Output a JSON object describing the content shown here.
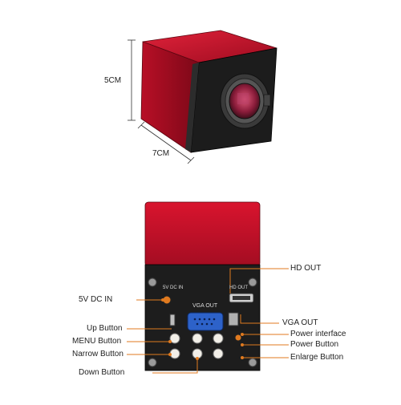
{
  "dimensions": {
    "height": "5CM",
    "width": "7CM"
  },
  "panel_markings": {
    "dc_in": "5V DC IN",
    "hd_out": "HD OUT",
    "vga_out": "VGA OUT"
  },
  "callouts": {
    "hd_out": "HD OUT",
    "dc_in": "5V DC IN",
    "vga_out": "VGA OUT",
    "up_button": "Up Button",
    "power_interface": "Power interface",
    "menu_button": "MENU Button",
    "power_button": "Power Button",
    "narrow_button": "Narrow Button",
    "enlarge_button": "Enlarge Button",
    "down_button": "Down Button"
  },
  "colors": {
    "camera_red": "#c8102e",
    "callout_line": "#e07a1f"
  }
}
